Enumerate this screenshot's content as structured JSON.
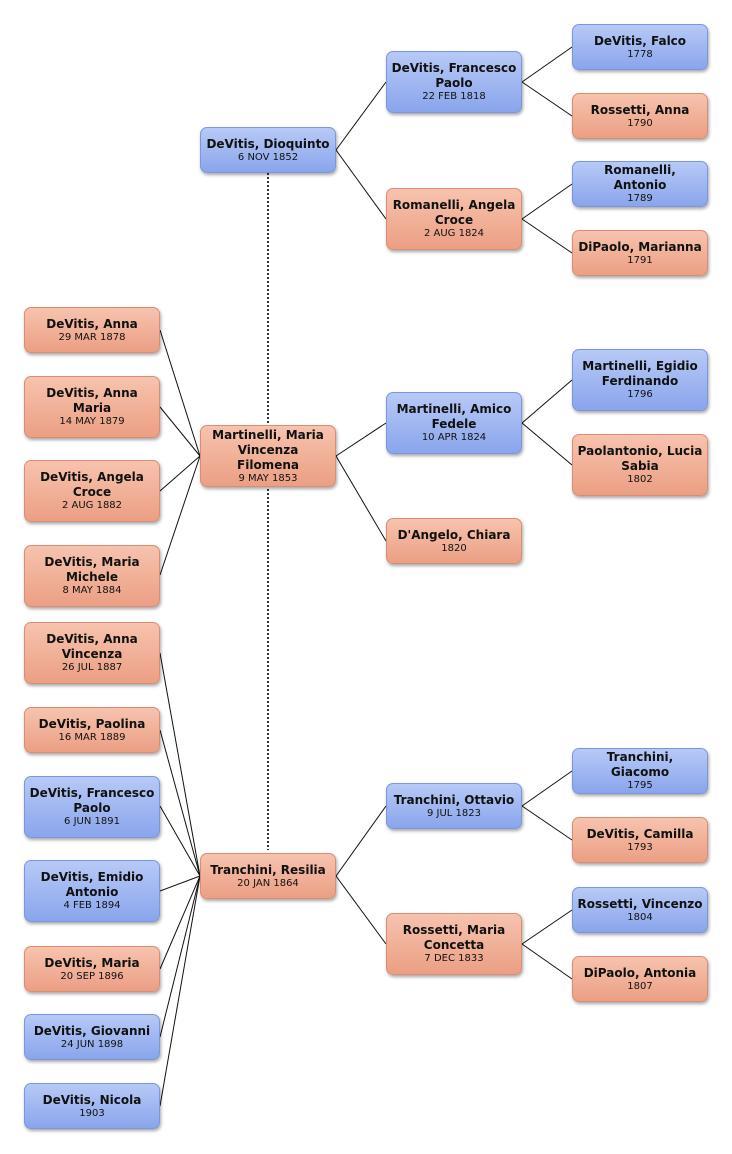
{
  "people": {
    "dioquinto": {
      "name": "DeVitis, Dioquinto",
      "date": "6 NOV 1852"
    },
    "maria_vincenza": {
      "name": "Martinelli, Maria Vincenza Filomena",
      "date": "9 MAY 1853"
    },
    "resilia": {
      "name": "Tranchini, Resilia",
      "date": "20 JAN 1864"
    },
    "francesco_paolo_sr": {
      "name": "DeVitis, Francesco Paolo",
      "date": "22 FEB 1818"
    },
    "angela_croce_sr": {
      "name": "Romanelli, Angela Croce",
      "date": "2 AUG 1824"
    },
    "falco": {
      "name": "DeVitis, Falco",
      "date": "1778"
    },
    "anna_rossetti": {
      "name": "Rossetti, Anna",
      "date": "1790"
    },
    "antonio_romanelli": {
      "name": "Romanelli, Antonio",
      "date": "1789"
    },
    "marianna_dipaolo": {
      "name": "DiPaolo, Marianna",
      "date": "1791"
    },
    "amico_fedele": {
      "name": "Martinelli, Amico Fedele",
      "date": "10 APR 1824"
    },
    "chiara": {
      "name": "D'Angelo, Chiara",
      "date": "1820"
    },
    "egidio": {
      "name": "Martinelli, Egidio Ferdinando",
      "date": "1796"
    },
    "lucia": {
      "name": "Paolantonio, Lucia Sabia",
      "date": "1802"
    },
    "ottavio": {
      "name": "Tranchini, Ottavio",
      "date": "9 JUL 1823"
    },
    "maria_concetta": {
      "name": "Rossetti, Maria Concetta",
      "date": "7 DEC 1833"
    },
    "giacomo": {
      "name": "Tranchini, Giacomo",
      "date": "1795"
    },
    "camilla": {
      "name": "DeVitis, Camilla",
      "date": "1793"
    },
    "vincenzo": {
      "name": "Rossetti, Vincenzo",
      "date": "1804"
    },
    "antonia": {
      "name": "DiPaolo, Antonia",
      "date": "1807"
    },
    "anna": {
      "name": "DeVitis, Anna",
      "date": "29 MAR 1878"
    },
    "anna_maria": {
      "name": "DeVitis, Anna Maria",
      "date": "14 MAY 1879"
    },
    "angela_croce": {
      "name": "DeVitis, Angela Croce",
      "date": "2 AUG 1882"
    },
    "maria_michele": {
      "name": "DeVitis, Maria Michele",
      "date": "8 MAY 1884"
    },
    "anna_vincenza": {
      "name": "DeVitis, Anna Vincenza",
      "date": "26 JUL 1887"
    },
    "paolina": {
      "name": "DeVitis, Paolina",
      "date": "16 MAR 1889"
    },
    "francesco_paolo": {
      "name": "DeVitis, Francesco Paolo",
      "date": "6 JUN 1891"
    },
    "emidio": {
      "name": "DeVitis, Emidio Antonio",
      "date": "4 FEB 1894"
    },
    "maria": {
      "name": "DeVitis, Maria",
      "date": "20 SEP 1896"
    },
    "giovanni": {
      "name": "DeVitis, Giovanni",
      "date": "24 JUN 1898"
    },
    "nicola": {
      "name": "DeVitis, Nicola",
      "date": "1903"
    }
  },
  "colors": {
    "male": "#98b0ee",
    "female": "#f0ab91"
  }
}
